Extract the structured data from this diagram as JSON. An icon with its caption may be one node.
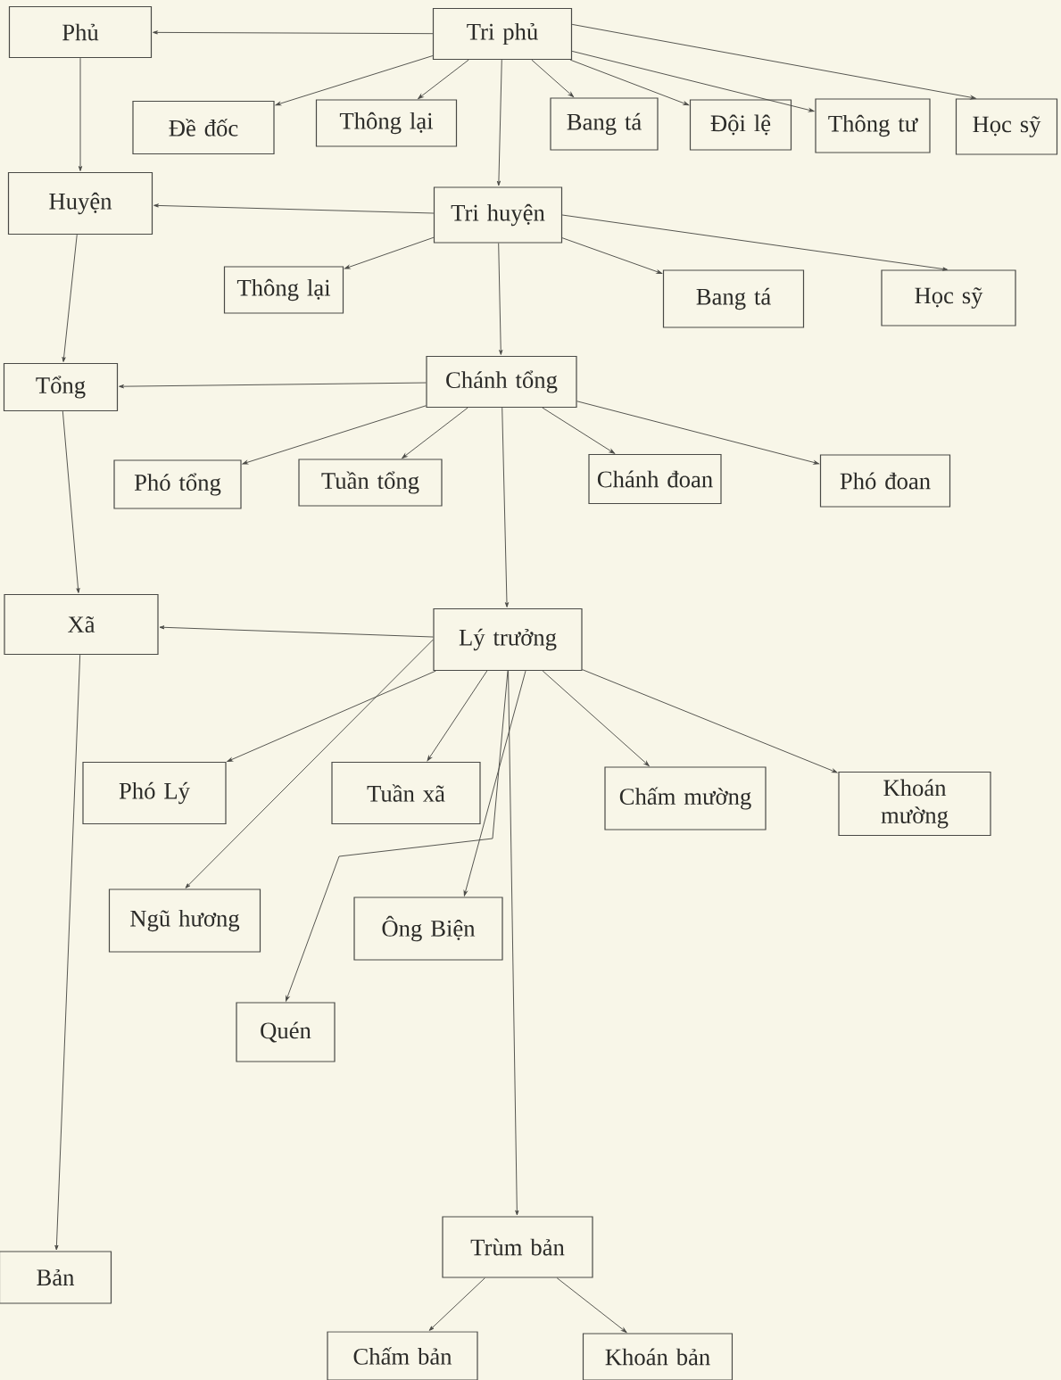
{
  "diagram": {
    "nodes": [
      {
        "text": [
          "Phủ"
        ]
      },
      {
        "text": [
          "Tri phủ"
        ]
      },
      {
        "text": [
          "Đề đốc"
        ]
      },
      {
        "text": [
          "Thông lại"
        ]
      },
      {
        "text": [
          "Bang tá"
        ]
      },
      {
        "text": [
          "Đội lệ"
        ]
      },
      {
        "text": [
          "Thông tư"
        ]
      },
      {
        "text": [
          "Học sỹ"
        ]
      },
      {
        "text": [
          "Huyện"
        ]
      },
      {
        "text": [
          "Tri huyện"
        ]
      },
      {
        "text": [
          "Thông lại"
        ]
      },
      {
        "text": [
          "Bang tá"
        ]
      },
      {
        "text": [
          "Học sỹ"
        ]
      },
      {
        "text": [
          "Tổng"
        ]
      },
      {
        "text": [
          "Chánh tổng"
        ]
      },
      {
        "text": [
          "Phó tổng"
        ]
      },
      {
        "text": [
          "Tuần tổng"
        ]
      },
      {
        "text": [
          "Chánh đoan"
        ]
      },
      {
        "text": [
          "Phó đoan"
        ]
      },
      {
        "text": [
          "Xã"
        ]
      },
      {
        "text": [
          "Lý trưởng"
        ]
      },
      {
        "text": [
          "Phó Lý"
        ]
      },
      {
        "text": [
          "Tuần xã"
        ]
      },
      {
        "text": [
          "Chấm mường"
        ]
      },
      {
        "text": [
          "Khoán mường"
        ]
      },
      {
        "text": [
          "Ngũ hương"
        ]
      },
      {
        "text": [
          "Ông Biện"
        ]
      },
      {
        "text": [
          "Quén"
        ]
      },
      {
        "text": [
          "Bản"
        ]
      },
      {
        "text": [
          "Trùm bản"
        ]
      },
      {
        "text": [
          "Chấm bản"
        ]
      },
      {
        "text": [
          "Khoán bản"
        ]
      }
    ],
    "edges": [
      {
        "from": 1,
        "to": 0,
        "arrow": "to"
      },
      {
        "from": 1,
        "to": 2,
        "arrow": "to"
      },
      {
        "from": 1,
        "to": 3,
        "arrow": "to"
      },
      {
        "from": 1,
        "to": 4,
        "arrow": "to"
      },
      {
        "from": 1,
        "to": 5,
        "arrow": "to"
      },
      {
        "from": 1,
        "to": 6,
        "arrow": "to"
      },
      {
        "from": 1,
        "to": 7,
        "arrow": "to"
      },
      {
        "from": 1,
        "to": 9,
        "arrow": "to"
      },
      {
        "from": 0,
        "to": 8,
        "arrow": "to"
      },
      {
        "from": 9,
        "to": 8,
        "arrow": "to"
      },
      {
        "from": 9,
        "to": 10,
        "arrow": "to"
      },
      {
        "from": 9,
        "to": 11,
        "arrow": "to"
      },
      {
        "from": 9,
        "to": 12,
        "arrow": "to"
      },
      {
        "from": 9,
        "to": 14,
        "arrow": "to"
      },
      {
        "from": 8,
        "to": 13,
        "arrow": "to"
      },
      {
        "from": 14,
        "to": 13,
        "arrow": "to"
      },
      {
        "from": 14,
        "to": 15,
        "arrow": "to"
      },
      {
        "from": 14,
        "to": 16,
        "arrow": "to"
      },
      {
        "from": 14,
        "to": 17,
        "arrow": "to"
      },
      {
        "from": 14,
        "to": 18,
        "arrow": "to"
      },
      {
        "from": 14,
        "to": 20,
        "arrow": "to"
      },
      {
        "from": 13,
        "to": 19,
        "arrow": "to"
      },
      {
        "from": 20,
        "to": 19,
        "arrow": "to"
      },
      {
        "from": 20,
        "to": 21,
        "arrow": "to"
      },
      {
        "from": 20,
        "to": 22,
        "arrow": "to"
      },
      {
        "from": 20,
        "to": 23,
        "arrow": "to"
      },
      {
        "from": 20,
        "to": 24,
        "arrow": "to"
      },
      {
        "from": 20,
        "to": 25,
        "arrow": "to"
      },
      {
        "from": 20,
        "to": 26,
        "arrow": "to"
      },
      {
        "from": 20,
        "to": 27,
        "arrow": "to"
      },
      {
        "from": 20,
        "to": 29,
        "arrow": "to"
      },
      {
        "from": 19,
        "to": 28,
        "arrow": "to"
      },
      {
        "from": 29,
        "to": 30,
        "arrow": "to"
      },
      {
        "from": 29,
        "to": 31,
        "arrow": "to"
      }
    ]
  }
}
